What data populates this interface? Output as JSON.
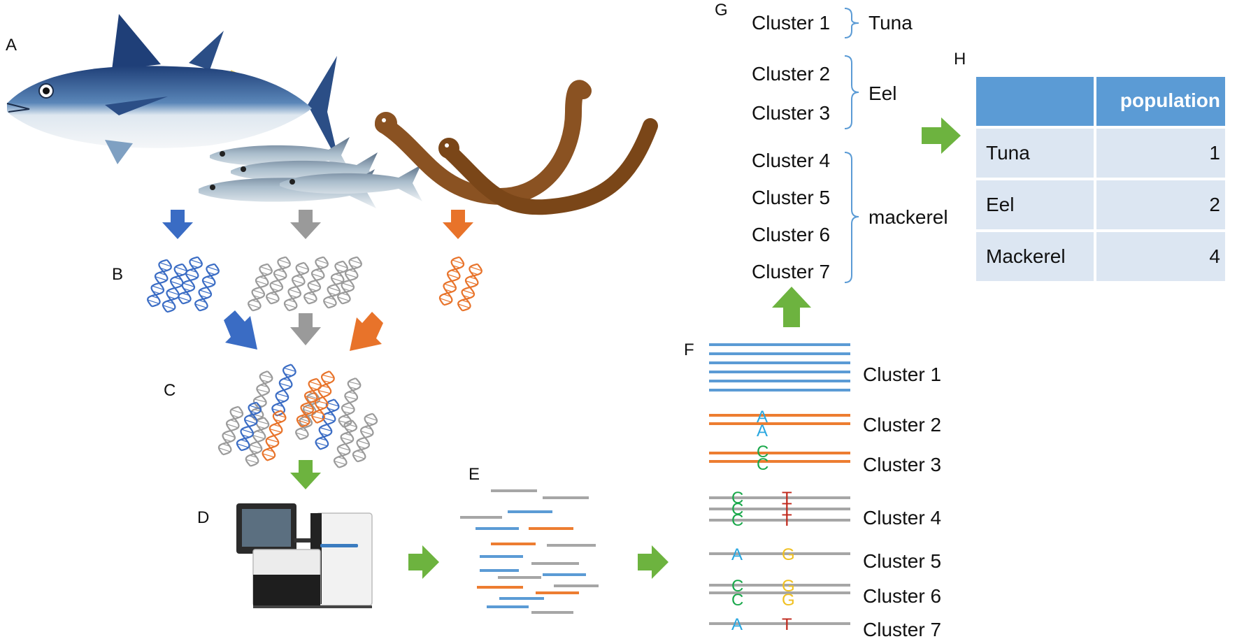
{
  "panels": [
    "A",
    "B",
    "C",
    "D",
    "E",
    "F",
    "G",
    "H"
  ],
  "colors": {
    "tuna": "#3a6cc4",
    "mackerel": "#9a9a9a",
    "eel": "#e8732a",
    "step_arrow": "#6db33f",
    "cluster1_reads": "#5b9bd5",
    "cluster_orange_reads": "#ed7d31",
    "cluster_grey_reads": "#a6a6a6",
    "base_A": "#2aa7e0",
    "base_C": "#1aa84b",
    "base_T": "#c0281c",
    "base_G": "#f0c020",
    "table_header": "#5b9bd5",
    "table_row": "#dce6f2"
  },
  "icons": {
    "fish_tuna": "tuna-fish-illustration",
    "fish_mackerel": "mackerel-fish-illustration",
    "fish_eel": "eel-fish-illustration",
    "dna": "dna-helix-icon",
    "sequencer": "dna-sequencer-machine-icon"
  },
  "panel_f": {
    "clusters": [
      {
        "label": "Cluster 1",
        "bases": []
      },
      {
        "label": "Cluster 2",
        "bases": [
          "A",
          "A"
        ]
      },
      {
        "label": "Cluster 3",
        "bases": [
          "C",
          "C"
        ]
      },
      {
        "label": "Cluster 4",
        "bases": [
          "C",
          "C",
          "C",
          "T",
          "T",
          "T"
        ]
      },
      {
        "label": "Cluster 5",
        "bases": [
          "A",
          "G"
        ]
      },
      {
        "label": "Cluster 6",
        "bases": [
          "C",
          "C",
          "G",
          "G"
        ]
      },
      {
        "label": "Cluster 7",
        "bases": [
          "A",
          "T"
        ]
      }
    ]
  },
  "panel_g": {
    "clusters": [
      "Cluster 1",
      "Cluster 2",
      "Cluster 3",
      "Cluster 4",
      "Cluster 5",
      "Cluster 6",
      "Cluster 7"
    ],
    "groups": [
      "Tuna",
      "Eel",
      "mackerel"
    ]
  },
  "panel_h": {
    "header": [
      "",
      "population"
    ],
    "rows": [
      {
        "species": "Tuna",
        "population": "1"
      },
      {
        "species": "Eel",
        "population": "2"
      },
      {
        "species": "Mackerel",
        "population": "4"
      }
    ]
  }
}
